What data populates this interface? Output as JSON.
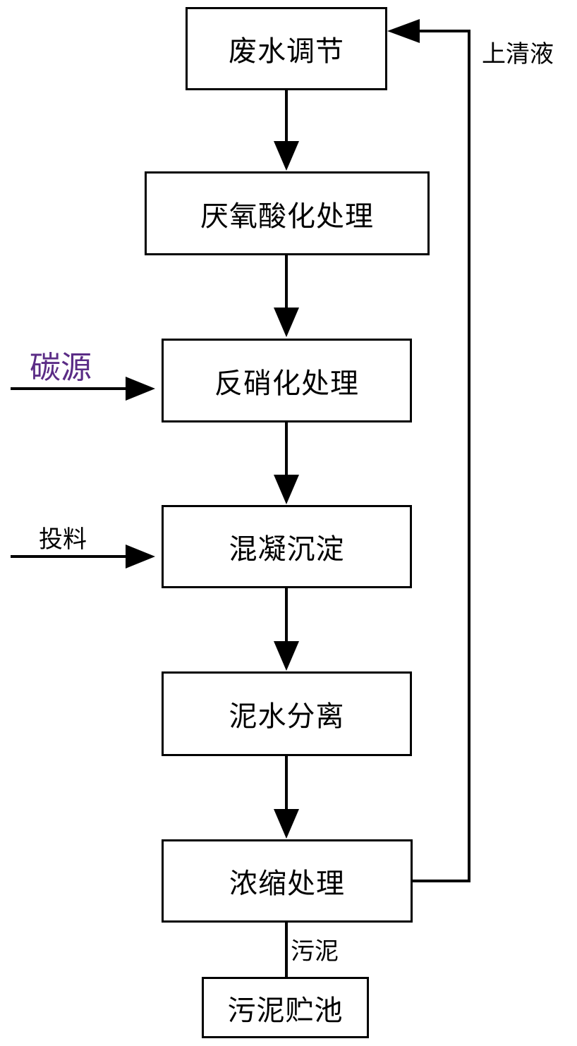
{
  "steps": [
    "废水调节",
    "厌氧酸化处理",
    "反硝化处理",
    "混凝沉淀",
    "泥水分离",
    "浓缩处理",
    "污泥贮池"
  ],
  "inputs": {
    "carbon_source": "碳源",
    "dosing": "投料"
  },
  "flows": {
    "supernatant": "上清液",
    "sludge": "污泥"
  },
  "colors": {
    "line": "#000000",
    "carbon_source_text": "#5b2c86"
  }
}
